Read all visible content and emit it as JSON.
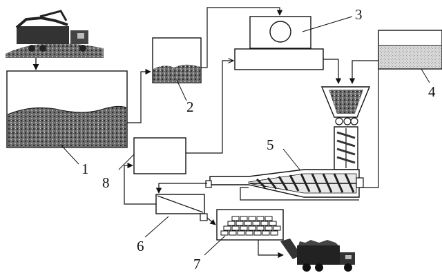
{
  "diagram": {
    "components": [
      {
        "number": "1",
        "kind": "storage-pile"
      },
      {
        "number": "2",
        "kind": "hopper"
      },
      {
        "number": "3",
        "kind": "unit-with-drum"
      },
      {
        "number": "4",
        "kind": "liquid-tank"
      },
      {
        "number": "5",
        "kind": "screw-conveyor"
      },
      {
        "number": "6",
        "kind": "separator"
      },
      {
        "number": "7",
        "kind": "stacked-product"
      },
      {
        "number": "8",
        "kind": "control-box"
      }
    ],
    "icons": {
      "top_left": "log-loader-truck-icon",
      "bottom_right": "dump-truck-icon"
    },
    "colors": {
      "line": "#111111",
      "fill": "#555555",
      "tank_fill": "#cfcfcf"
    }
  }
}
